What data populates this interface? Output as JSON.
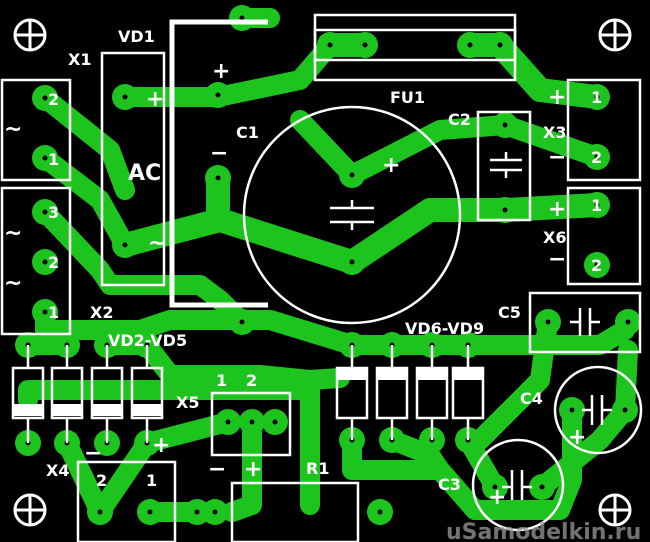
{
  "board": {
    "colors": {
      "background": "#000000",
      "copper": "#1ec41e",
      "silkscreen": "#ffffff"
    },
    "labels": {
      "vd1": "VD1",
      "x1": "X1",
      "x2": "X2",
      "ac": "AC",
      "tilde": "~",
      "c1": "C1",
      "fu1": "FU1",
      "c2": "C2",
      "x3": "X3",
      "x6": "X6",
      "c5": "C5",
      "c4": "C4",
      "c3": "C3",
      "x5": "X5",
      "x4": "X4",
      "r1": "R1",
      "vd2_vd5": "VD2-VD5",
      "vd6_vd9": "VD6-VD9",
      "plus": "+",
      "minus": "−",
      "n1": "1",
      "n2": "2",
      "n3": "3"
    },
    "watermark": "uSamodelkin.ru"
  }
}
